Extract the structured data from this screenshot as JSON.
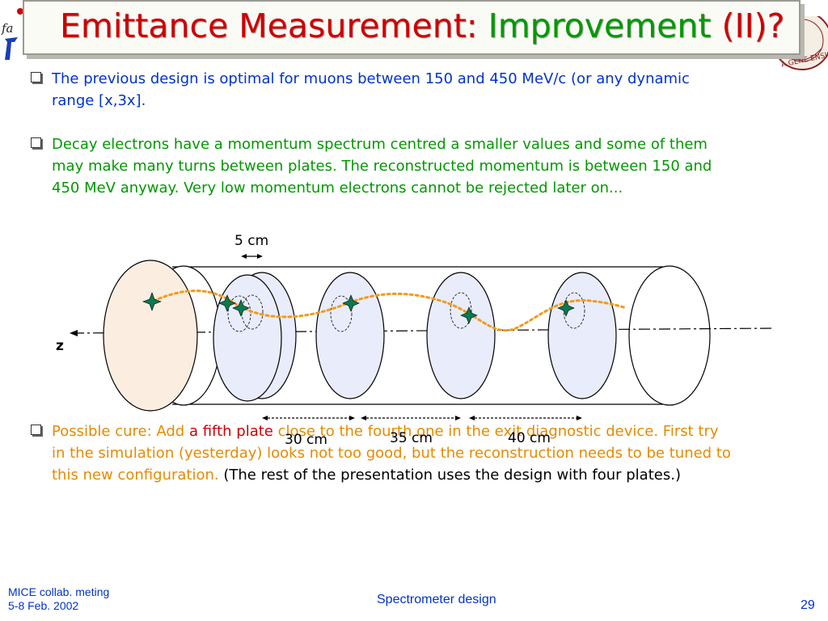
{
  "title": {
    "part1": "Emittance Measurement:",
    "part2": "Improvement",
    "part3": "(II)?"
  },
  "bullets": [
    {
      "text": "The previous design is optimal for muons between 150 and 450 MeV/c (or any dynamic range [x,3x]."
    },
    {
      "text": "Decay electrons have a momentum spectrum centred a smaller values and some of them may make many turns between plates. The reconstructed momentum is between 150 and 450 MeV anyway. Very low momentum electrons cannot be rejected later on..."
    },
    {
      "cure_label": "Possible cure: Add",
      "fifth_plate": "a fifth plate",
      "cure_rest": "close to the fourth one in the exit diagnostic device. First try in the simulation (yesterday) looks not too good, but the reconstruction needs to be tuned to this new configuration.",
      "note": "(The rest of the presentation uses the design with four plates.)"
    }
  ],
  "diagram": {
    "spacing_label": "5 cm",
    "axis_label": "z",
    "distances": [
      "30 cm",
      "35 cm",
      "40 cm"
    ]
  },
  "footer": {
    "line1": "MICE collab. meting",
    "line2": "5-8 Feb. 2002",
    "center": "Spectrometer design",
    "page": "29"
  }
}
